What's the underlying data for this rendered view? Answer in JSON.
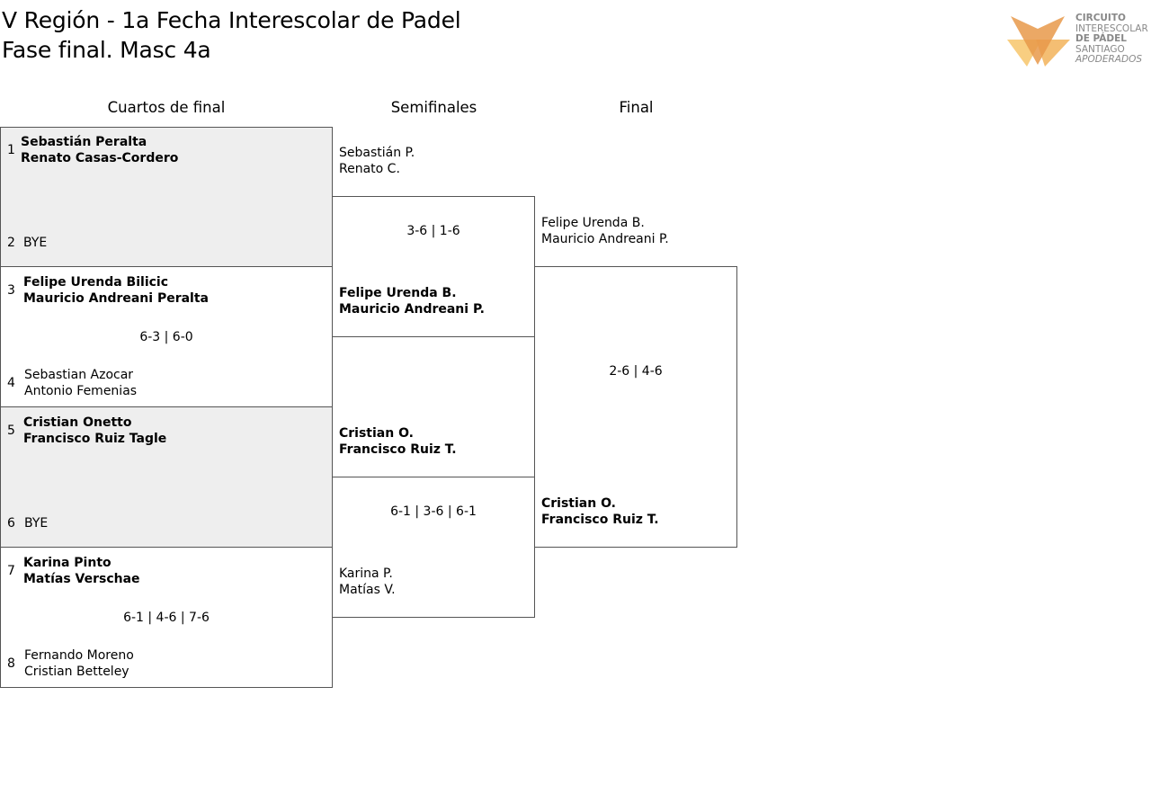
{
  "header": {
    "title_line1": "V Región - 1a Fecha Interescolar de Padel",
    "title_line2": "Fase final. Masc 4a"
  },
  "logo": {
    "line1": "CIRCUITO",
    "line2": "INTERESCOLAR",
    "line3": "DE PÁDEL",
    "line4": "SANTIAGO",
    "line5": "APODERADOS",
    "colors": {
      "primary": "#e8994a",
      "light": "#f7c66b",
      "text": "#888888"
    }
  },
  "rounds": {
    "quarterfinals": "Cuartos de final",
    "semifinals": "Semifinales",
    "final": "Final"
  },
  "quarterfinals": [
    {
      "top": {
        "seed": "1",
        "p1": "Sebastián Peralta",
        "p2": "Renato Casas-Cordero"
      },
      "bottom": {
        "seed": "2",
        "p1": "BYE",
        "p2": ""
      },
      "score": ""
    },
    {
      "top": {
        "seed": "3",
        "p1": "Felipe Urenda Bilicic",
        "p2": "Mauricio Andreani Peralta"
      },
      "bottom": {
        "seed": "4",
        "p1": "Sebastian Azocar",
        "p2": "Antonio Femenias"
      },
      "score": "6-3 | 6-0"
    },
    {
      "top": {
        "seed": "5",
        "p1": "Cristian Onetto",
        "p2": "Francisco Ruiz Tagle"
      },
      "bottom": {
        "seed": "6",
        "p1": "BYE",
        "p2": ""
      },
      "score": ""
    },
    {
      "top": {
        "seed": "7",
        "p1": "Karina Pinto",
        "p2": "Matías Verschae"
      },
      "bottom": {
        "seed": "8",
        "p1": "Fernando Moreno",
        "p2": "Cristian Betteley"
      },
      "score": "6-1 | 4-6 | 7-6"
    }
  ],
  "semifinals": [
    {
      "top": {
        "p1": "Sebastián P.",
        "p2": "Renato C."
      },
      "bottom": {
        "p1": "Felipe Urenda B.",
        "p2": "Mauricio Andreani P."
      },
      "score": "3-6 | 1-6"
    },
    {
      "top": {
        "p1": "Cristian O.",
        "p2": "Francisco Ruiz T."
      },
      "bottom": {
        "p1": "Karina P.",
        "p2": "Matías V."
      },
      "score": "6-1 | 3-6 | 6-1"
    }
  ],
  "final": {
    "top": {
      "p1": "Felipe Urenda B.",
      "p2": "Mauricio Andreani P."
    },
    "bottom": {
      "p1": "Cristian O.",
      "p2": "Francisco Ruiz T."
    },
    "score": "2-6 | 4-6"
  }
}
